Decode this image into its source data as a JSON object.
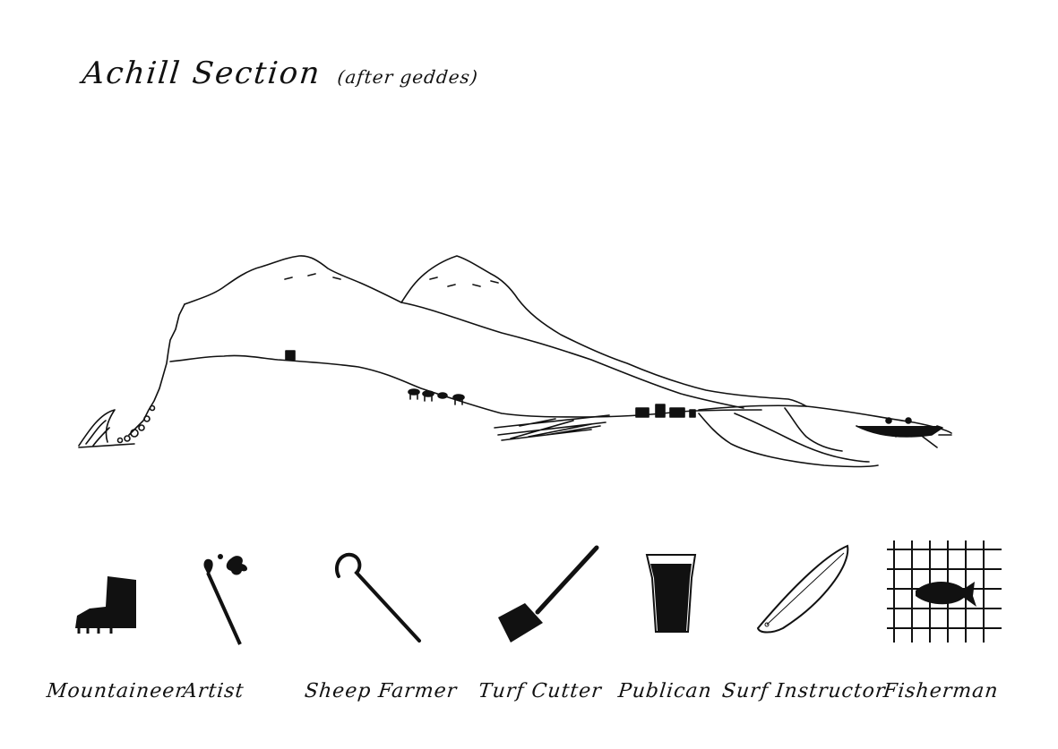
{
  "title": {
    "main": "Achill Section",
    "sub": "(after geddes)"
  },
  "occupations": [
    {
      "label": "Mountaineer",
      "icon": "boot-icon"
    },
    {
      "label": "Artist",
      "icon": "paintbrush-icon"
    },
    {
      "label": "Sheep Farmer",
      "icon": "shepherd-crook-icon"
    },
    {
      "label": "Turf Cutter",
      "icon": "turf-spade-icon"
    },
    {
      "label": "Publican",
      "icon": "pint-glass-icon"
    },
    {
      "label": "Surf Instructor",
      "icon": "surfboard-icon"
    },
    {
      "label": "Fisherman",
      "icon": "fish-net-icon"
    }
  ],
  "colors": {
    "ink": "#111111",
    "paper": "#ffffff"
  }
}
